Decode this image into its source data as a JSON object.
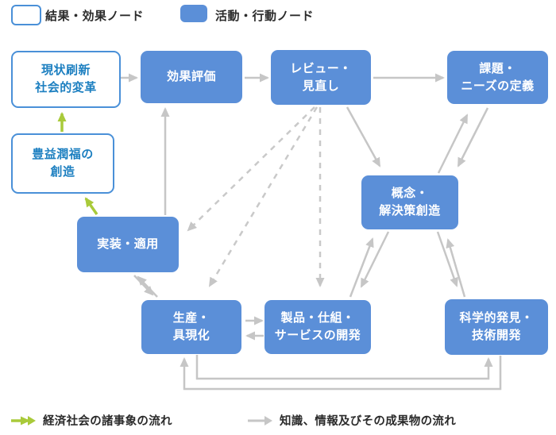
{
  "legend_top": {
    "result_label": "結果・効果ノード",
    "activity_label": "活動・行動ノード"
  },
  "nodes": {
    "social_transformation": {
      "label": "現状刷新\n社会的変革",
      "type": "result"
    },
    "effect_evaluation": {
      "label": "効果評価",
      "type": "activity"
    },
    "review": {
      "label": "レビュー・\n見直し",
      "type": "activity"
    },
    "needs_definition": {
      "label": "課題・\nニーズの定義",
      "type": "activity"
    },
    "wealth_creation": {
      "label": "豊益潤福の\n創造",
      "type": "result"
    },
    "concept_creation": {
      "label": "概念・\n解決策創造",
      "type": "activity"
    },
    "implementation": {
      "label": "実装・適用",
      "type": "activity"
    },
    "production": {
      "label": "生産・\n具現化",
      "type": "activity"
    },
    "product_development": {
      "label": "製品・仕組・\nサービスの開発",
      "type": "activity"
    },
    "scientific_discovery": {
      "label": "科学的発見・\n技術開発",
      "type": "activity"
    }
  },
  "edges": [
    {
      "from": "現状刷新社会的変革",
      "to": "効果評価",
      "style": "gray-solid"
    },
    {
      "from": "効果評価",
      "to": "レビュー・見直し",
      "style": "gray-solid"
    },
    {
      "from": "レビュー・見直し",
      "to": "課題・ニーズの定義",
      "style": "gray-solid"
    },
    {
      "from": "実装・適用",
      "to": "効果評価",
      "style": "gray-solid"
    },
    {
      "from": "レビュー・見直し",
      "to": "概念・解決策創造",
      "style": "gray-solid"
    },
    {
      "from": "概念・解決策創造",
      "to": "課題・ニーズの定義",
      "style": "gray-solid"
    },
    {
      "from": "課題・ニーズの定義",
      "to": "概念・解決策創造",
      "style": "gray-solid"
    },
    {
      "from": "製品・仕組・サービスの開発",
      "to": "概念・解決策創造",
      "style": "gray-solid"
    },
    {
      "from": "概念・解決策創造",
      "to": "製品・仕組・サービスの開発",
      "style": "gray-solid"
    },
    {
      "from": "科学的発見・技術開発",
      "to": "概念・解決策創造",
      "style": "gray-solid"
    },
    {
      "from": "概念・解決策創造",
      "to": "科学的発見・技術開発",
      "style": "gray-solid"
    },
    {
      "from": "生産・具現化",
      "to": "実装・適用",
      "style": "gray-solid"
    },
    {
      "from": "実装・適用",
      "to": "生産・具現化",
      "style": "gray-solid"
    },
    {
      "from": "生産・具現化",
      "to": "製品・仕組・サービスの開発",
      "style": "gray-solid"
    },
    {
      "from": "製品・仕組・サービスの開発",
      "to": "生産・具現化",
      "style": "gray-solid"
    },
    {
      "from": "生産・具現化",
      "to": "科学的発見・技術開発",
      "style": "gray-solid-loop"
    },
    {
      "from": "科学的発見・技術開発",
      "to": "生産・具現化",
      "style": "gray-solid-loop"
    },
    {
      "from": "レビュー・見直し",
      "to": "実装・適用",
      "style": "gray-dashed"
    },
    {
      "from": "レビュー・見直し",
      "to": "生産・具現化",
      "style": "gray-dashed"
    },
    {
      "from": "レビュー・見直し",
      "to": "製品・仕組・サービスの開発",
      "style": "gray-dashed"
    },
    {
      "from": "実装・適用",
      "to": "豊益潤福の創造",
      "style": "green"
    },
    {
      "from": "豊益潤福の創造",
      "to": "現状刷新社会的変革",
      "style": "green"
    }
  ],
  "legend_bottom": {
    "green_label": "経済社会の諸事象の流れ",
    "gray_label": "知識、情報及びその成果物の流れ"
  },
  "colors": {
    "node_blue": "#5b8fd8",
    "node_border_blue": "#4a90d8",
    "result_text_blue": "#1c7fc0",
    "arrow_gray": "#c6c6c6",
    "arrow_green": "#a9ca3a",
    "legend_text": "#2b2b2b"
  }
}
